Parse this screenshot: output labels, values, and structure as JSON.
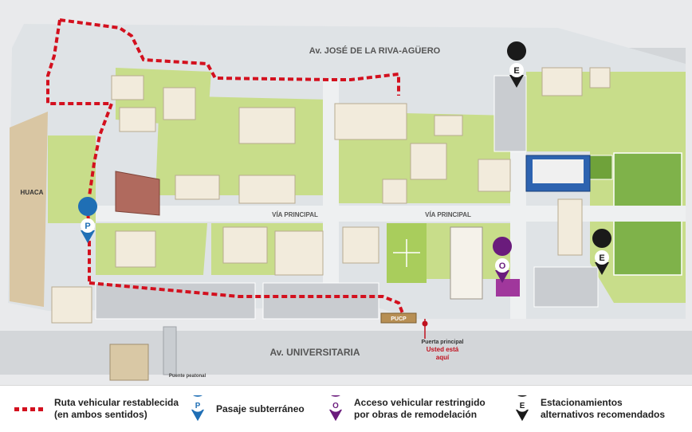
{
  "map": {
    "streets": {
      "north": "Av. JOSÉ DE LA RIVA-AGÜERO",
      "south": "Av. UNIVERSITARIA",
      "via_left": "VÍA PRINCIPAL",
      "via_right": "VÍA PRINCIPAL",
      "huaca": "HUACA",
      "puente": "Puente peatonal",
      "pucp": "PUCP",
      "puerta": "Puerta principal",
      "usted_1": "Usted está",
      "usted_2": "aquí"
    },
    "pins": {
      "p": "P",
      "o": "O",
      "e": "E"
    },
    "colors": {
      "route": "#d3101e",
      "pin_p": "#1f6fb5",
      "pin_o": "#6a1b7c",
      "pin_e": "#1a1a1a",
      "green": "#c8dd8a",
      "road": "#d6d9dc"
    }
  },
  "legend": {
    "route": "Ruta vehicular restablecida\n(en ambos sentidos)",
    "p_label": "P",
    "p_text": "Pasaje subterráneo",
    "o_label": "O",
    "o_text": "Acceso vehicular restringido\npor obras de remodelación",
    "e_label": "E",
    "e_text": "Estacionamientos\nalternativos recomendados"
  }
}
